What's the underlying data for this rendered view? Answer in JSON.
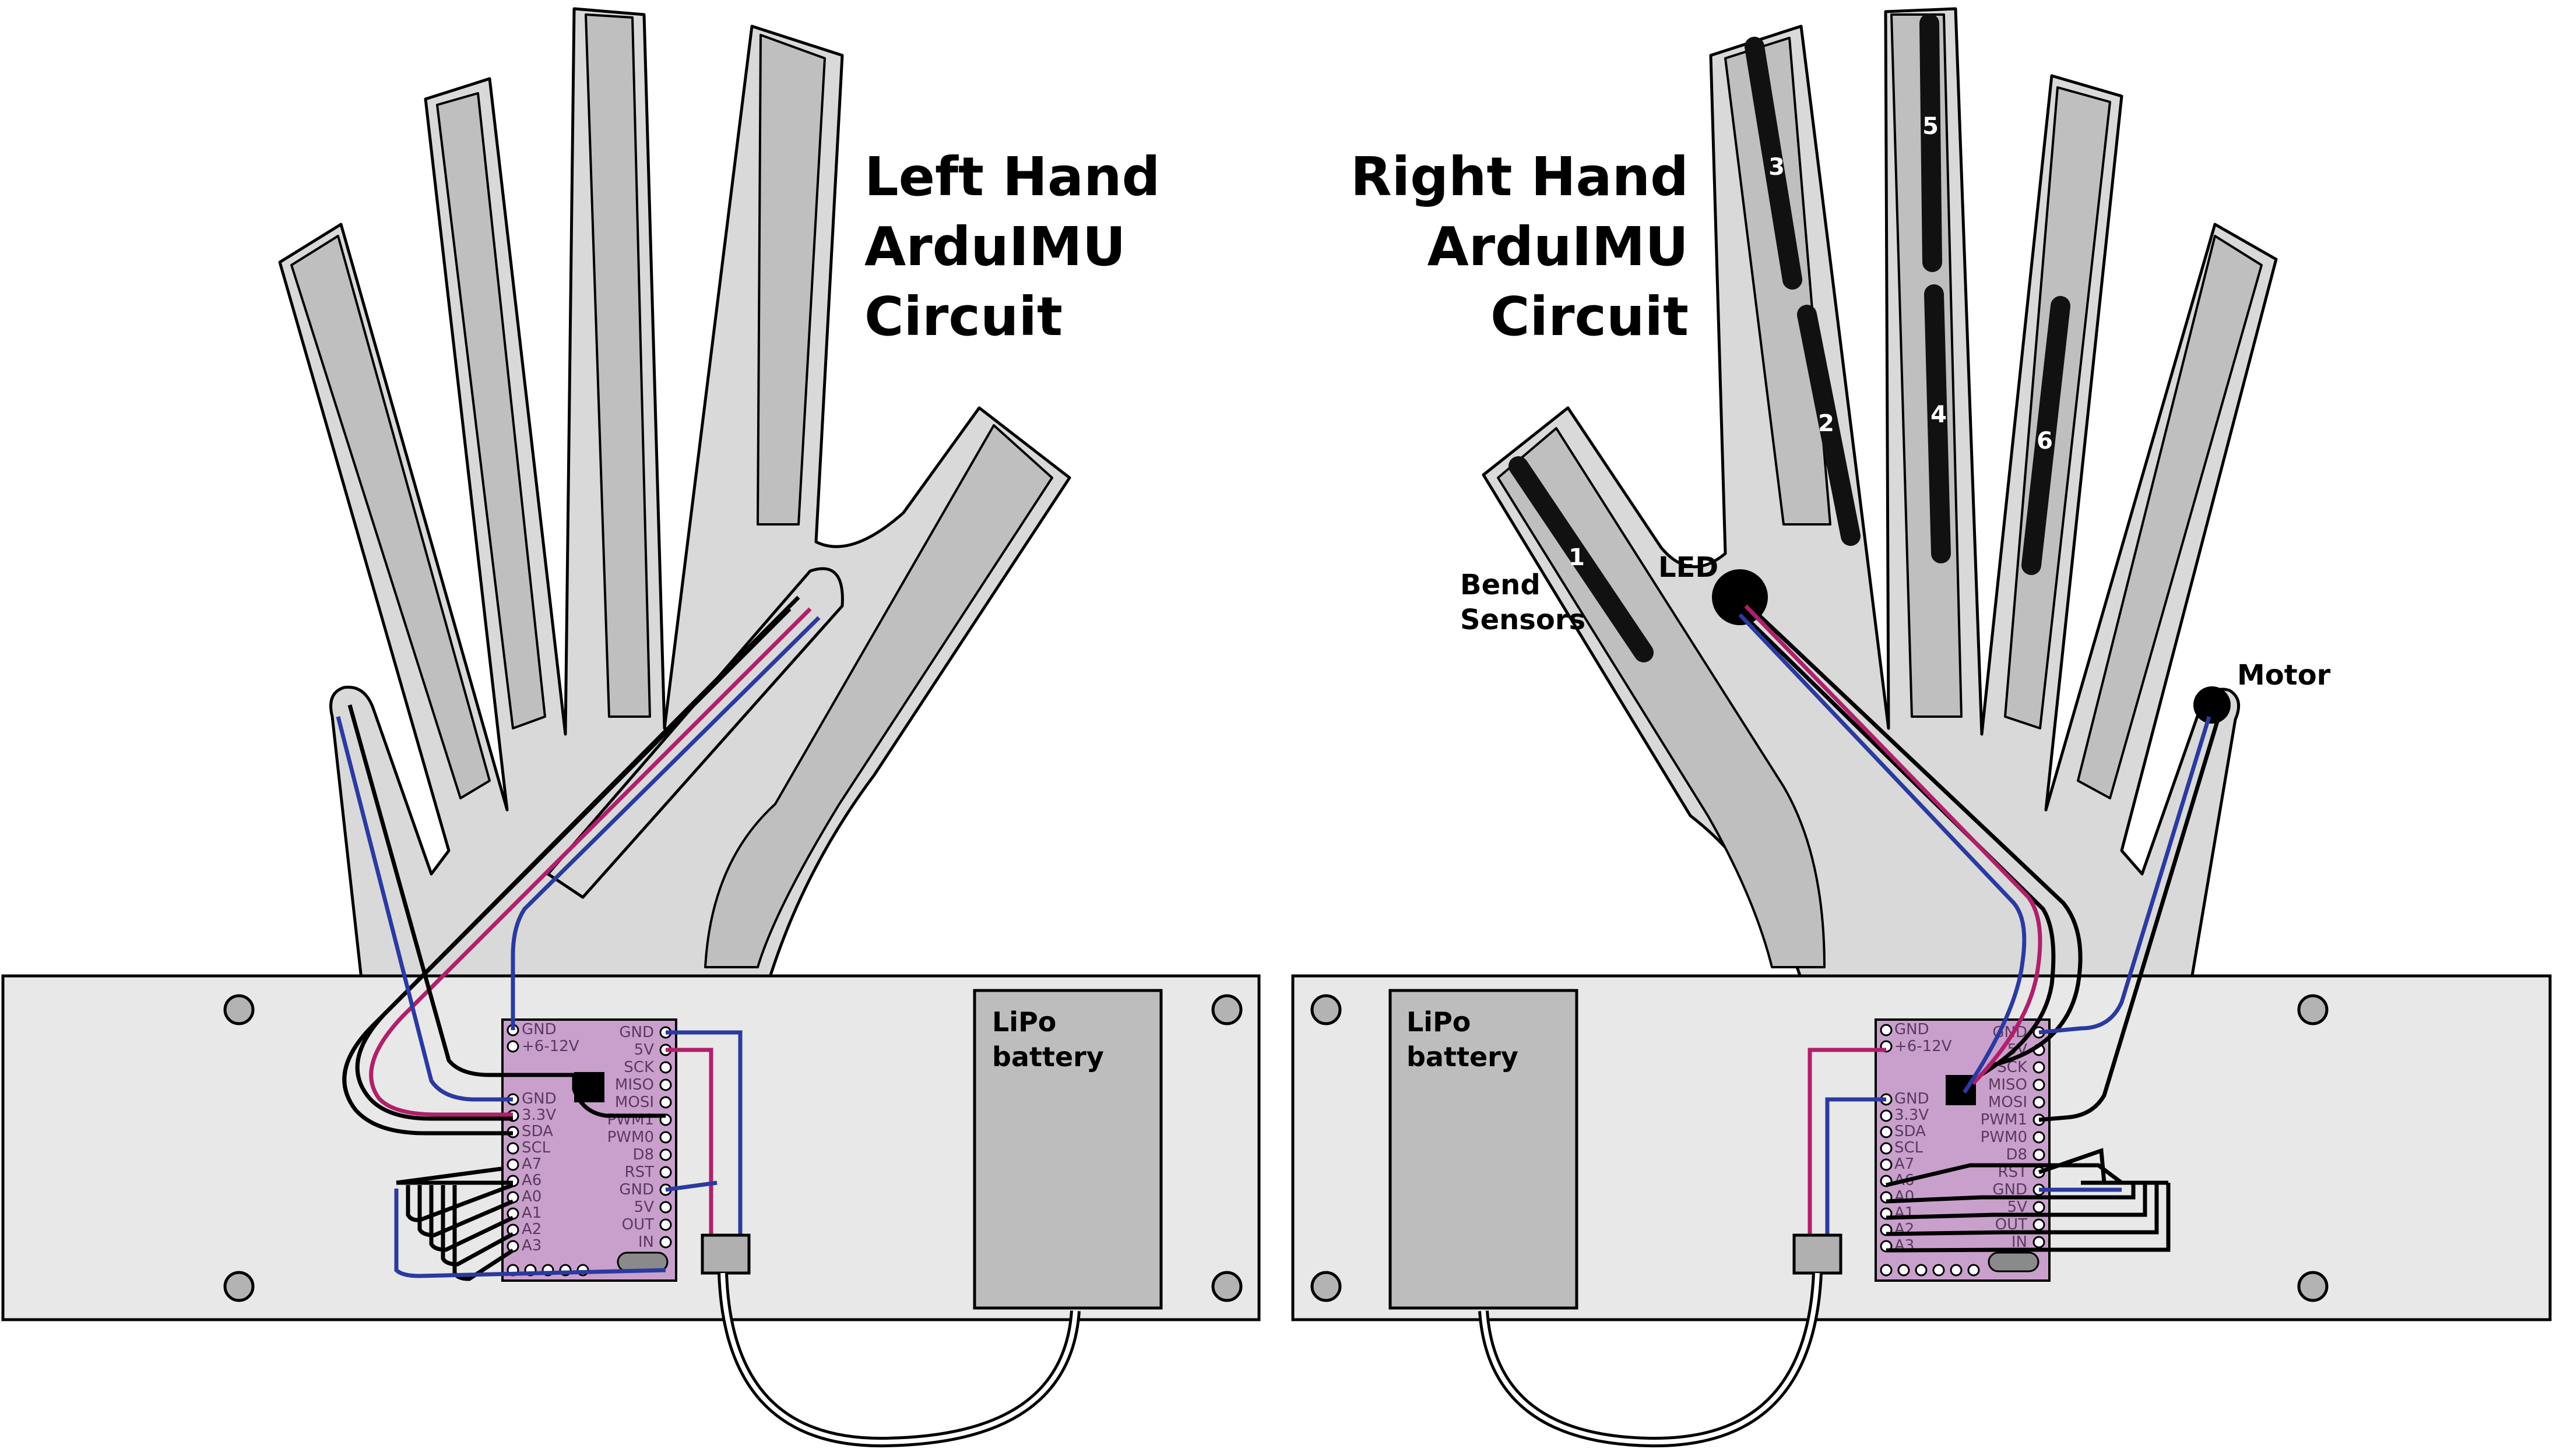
{
  "left": {
    "title_lines": [
      "Left Hand",
      "ArduIMU",
      "Circuit"
    ],
    "battery_lines": [
      "LiPo",
      "battery"
    ],
    "pins_left": [
      "GND",
      "+6-12V",
      "",
      "",
      "GND",
      "3.3V",
      "SDA",
      "SCL",
      "A7",
      "A6",
      "A0",
      "A1",
      "A2",
      "A3"
    ],
    "pins_right": [
      "GND",
      "5V",
      "SCK",
      "MISO",
      "MOSI",
      "PWM1",
      "PWM0",
      "D8",
      "RST",
      "GND",
      "5V",
      "OUT",
      "IN"
    ]
  },
  "right": {
    "title_lines": [
      "Right Hand",
      "ArduIMU",
      "Circuit"
    ],
    "battery_lines": [
      "LiPo",
      "battery"
    ],
    "bend_sensors_lines": [
      "Bend",
      "Sensors"
    ],
    "led_label": "LED",
    "motor_label": "Motor",
    "sensor_numbers": [
      "1",
      "2",
      "3",
      "4",
      "5",
      "6"
    ],
    "pins_left": [
      "GND",
      "+6-12V",
      "",
      "",
      "GND",
      "3.3V",
      "SDA",
      "SCL",
      "A7",
      "A6",
      "A0",
      "A1",
      "A2",
      "A3"
    ],
    "pins_right": [
      "GND",
      "5V",
      "SCK",
      "MISO",
      "MOSI",
      "PWM1",
      "PWM0",
      "D8",
      "RST",
      "GND",
      "5V",
      "OUT",
      "IN"
    ]
  },
  "colors": {
    "wire_red": "#b0206a",
    "wire_blue": "#2a3aa0",
    "board_purple": "#c9a0cc",
    "hand_gray": "#d9d9d9"
  }
}
